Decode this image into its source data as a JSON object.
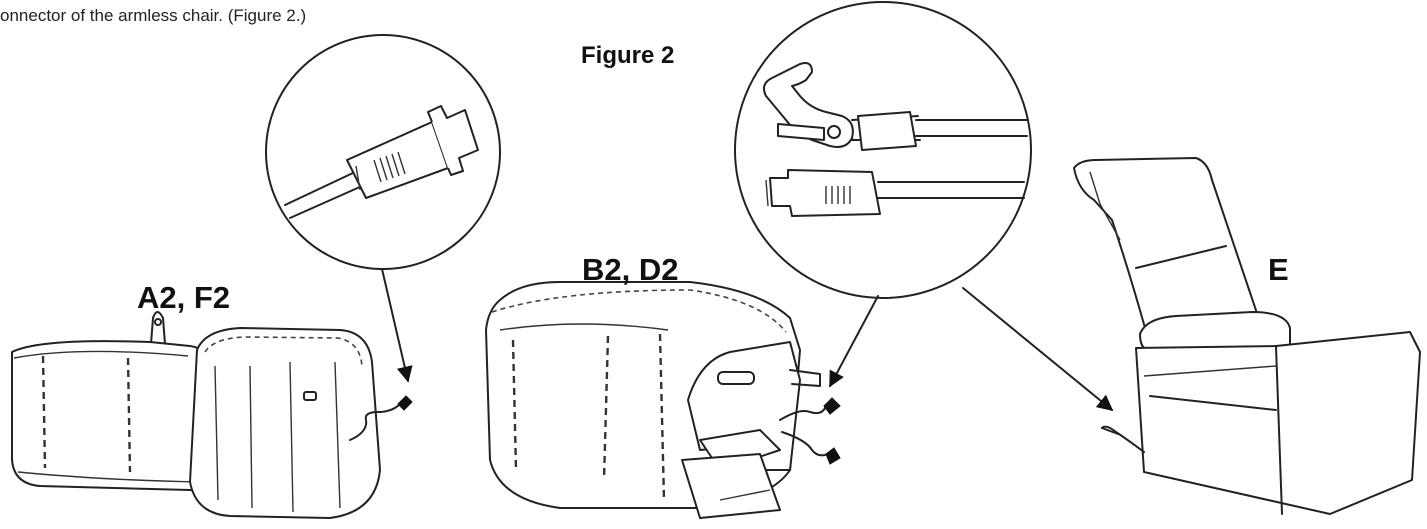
{
  "caption": "onnector of the armless chair. (Figure 2.)",
  "figure_title": "Figure 2",
  "labels": {
    "left_chair": "A2, F2",
    "middle_chair": "B2, D2",
    "right_chair": "E"
  }
}
